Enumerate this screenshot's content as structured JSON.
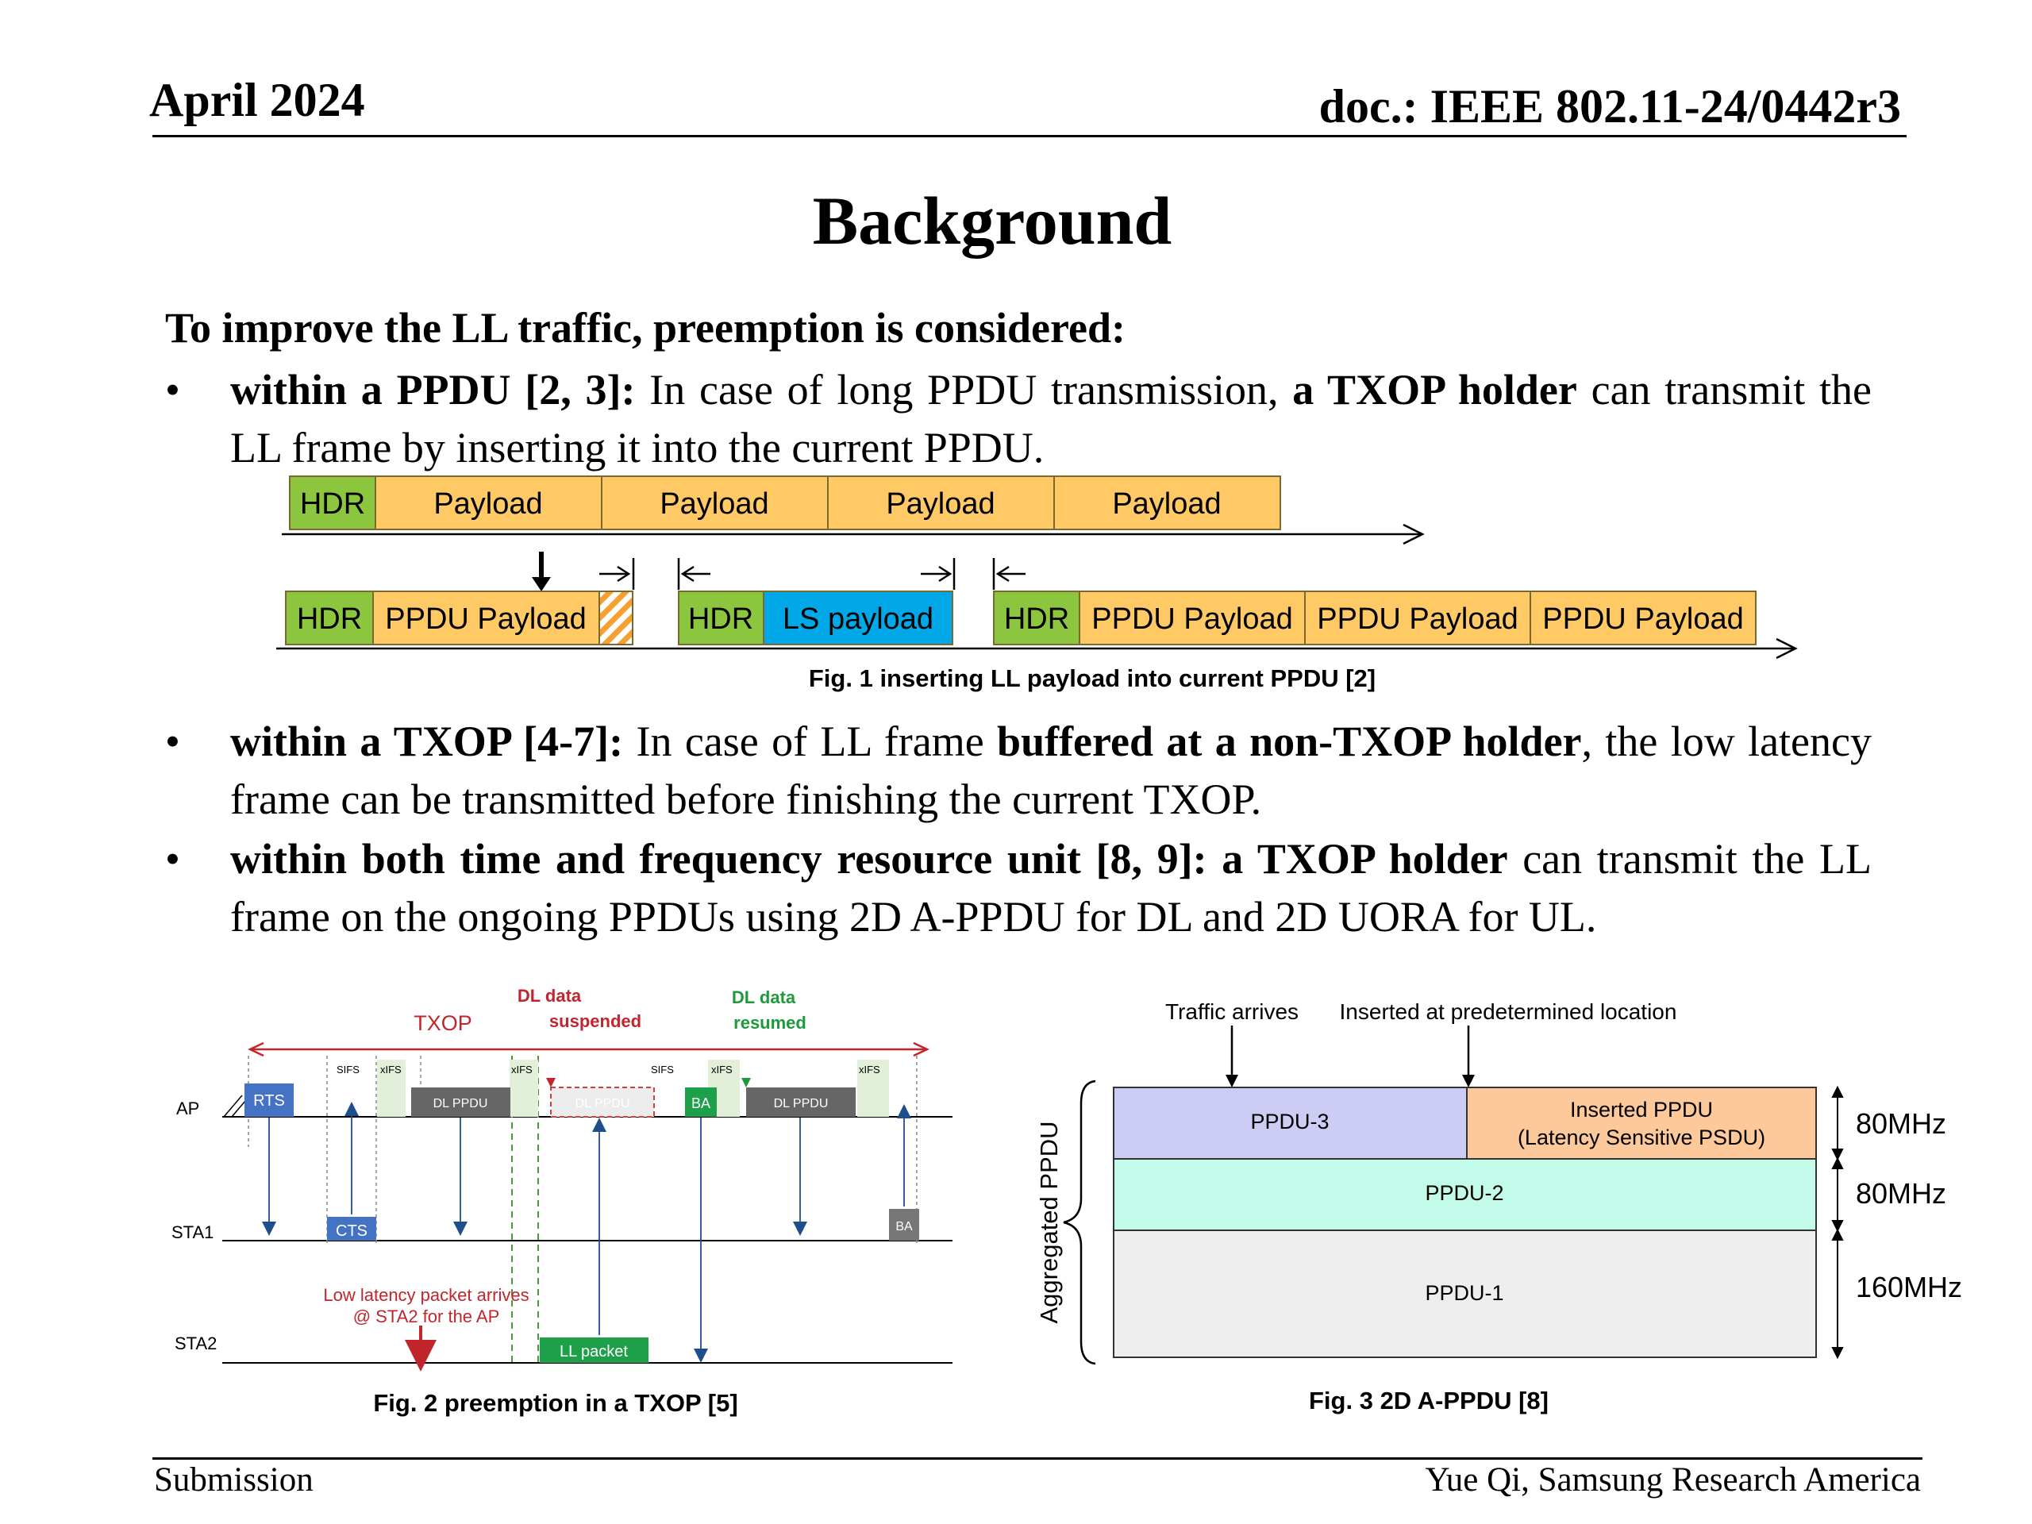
{
  "header": {
    "date": "April 2024",
    "doc": "doc.: IEEE 802.11-24/0442r3"
  },
  "title": "Background",
  "intro": "To improve the LL traffic, preemption is considered:",
  "bullets": [
    {
      "bold1": "within a PPDU [2, 3]:",
      "text1": " In case of long PPDU transmission, ",
      "bold2": "a TXOP holder",
      "text2": " can transmit the LL frame by inserting it into the current PPDU."
    },
    {
      "bold1": "within a TXOP [4-7]:",
      "text1": " In case of LL frame ",
      "bold2": "buffered at a non-TXOP holder",
      "text2": ", the low latency frame can be transmitted before finishing the current TXOP."
    },
    {
      "bold1": "within both time and frequency resource unit [8, 9]: a TXOP holder",
      "text1": " can transmit the LL frame on the ongoing PPDUs using 2D A-PPDU for DL and 2D UORA for UL.",
      "bold2": "",
      "text2": ""
    }
  ],
  "fig1": {
    "caption": "Fig. 1 inserting LL payload into current PPDU [2]",
    "row1": [
      "HDR",
      "Payload",
      "Payload",
      "Payload",
      "Payload"
    ],
    "row2": [
      "HDR",
      "PPDU Payload",
      "HDR",
      "LS payload",
      "HDR",
      "PPDU Payload",
      "PPDU Payload",
      "PPDU Payload"
    ],
    "colors": {
      "hdr": "#8cc63f",
      "payload": "#ffc966",
      "ls": "#00a8e8"
    }
  },
  "fig2": {
    "caption": "Fig. 2 preemption in a TXOP [5]",
    "txop": "TXOP",
    "suspended": [
      "DL data",
      "suspended"
    ],
    "resumed": [
      "DL data",
      "resumed"
    ],
    "stations": [
      "AP",
      "STA1",
      "STA2"
    ],
    "frames": {
      "rts": "RTS",
      "cts": "CTS",
      "dl1": "DL PPDU",
      "dl2": "DL PPDU",
      "dl3": "DL PPDU",
      "ba1": "BA",
      "ba2": "BA",
      "ll": "LL packet"
    },
    "ifs": [
      "SIFS",
      "xIFS",
      "xIFS",
      "SIFS",
      "xIFS",
      "xIFS"
    ],
    "arrival": [
      "Low latency packet arrives",
      "@ STA2 for the AP"
    ]
  },
  "fig3": {
    "caption": "Fig. 3 2D A-PPDU [8]",
    "traffic": "Traffic arrives",
    "inserted_loc": "Inserted at predetermined location",
    "ylabel": "Aggregated PPDU",
    "blocks": {
      "ppdu3": "PPDU-3",
      "inserted1": "Inserted PPDU",
      "inserted2": "(Latency Sensitive PSDU)",
      "ppdu2": "PPDU-2",
      "ppdu1": "PPDU-1"
    },
    "bands": [
      "80MHz",
      "80MHz",
      "160MHz"
    ]
  },
  "footer": {
    "left": "Submission",
    "right": "Yue Qi, Samsung Research America"
  }
}
